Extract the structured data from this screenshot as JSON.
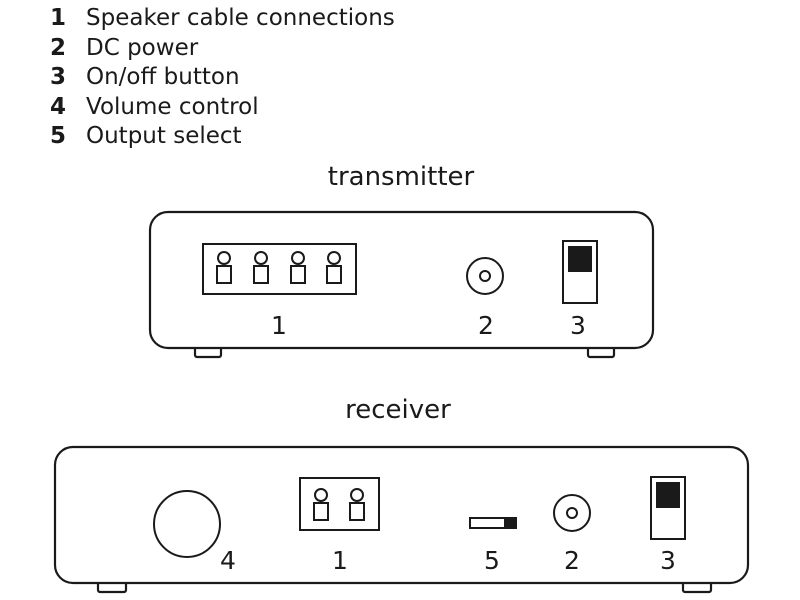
{
  "legend": [
    {
      "num": "1",
      "text": "Speaker cable connections"
    },
    {
      "num": "2",
      "text": "DC power"
    },
    {
      "num": "3",
      "text": "On/off button"
    },
    {
      "num": "4",
      "text": "Volume control"
    },
    {
      "num": "5",
      "text": "Output select"
    }
  ],
  "transmitter": {
    "title": "transmitter",
    "labels": {
      "speaker": "1",
      "dc": "2",
      "switch": "3"
    }
  },
  "receiver": {
    "title": "receiver",
    "labels": {
      "volume": "4",
      "speaker": "1",
      "output": "5",
      "dc": "2",
      "switch": "3"
    }
  },
  "colors": {
    "stroke": "#1a1a1a",
    "fill": "#ffffff",
    "switch_knob": "#1a1a1a"
  }
}
